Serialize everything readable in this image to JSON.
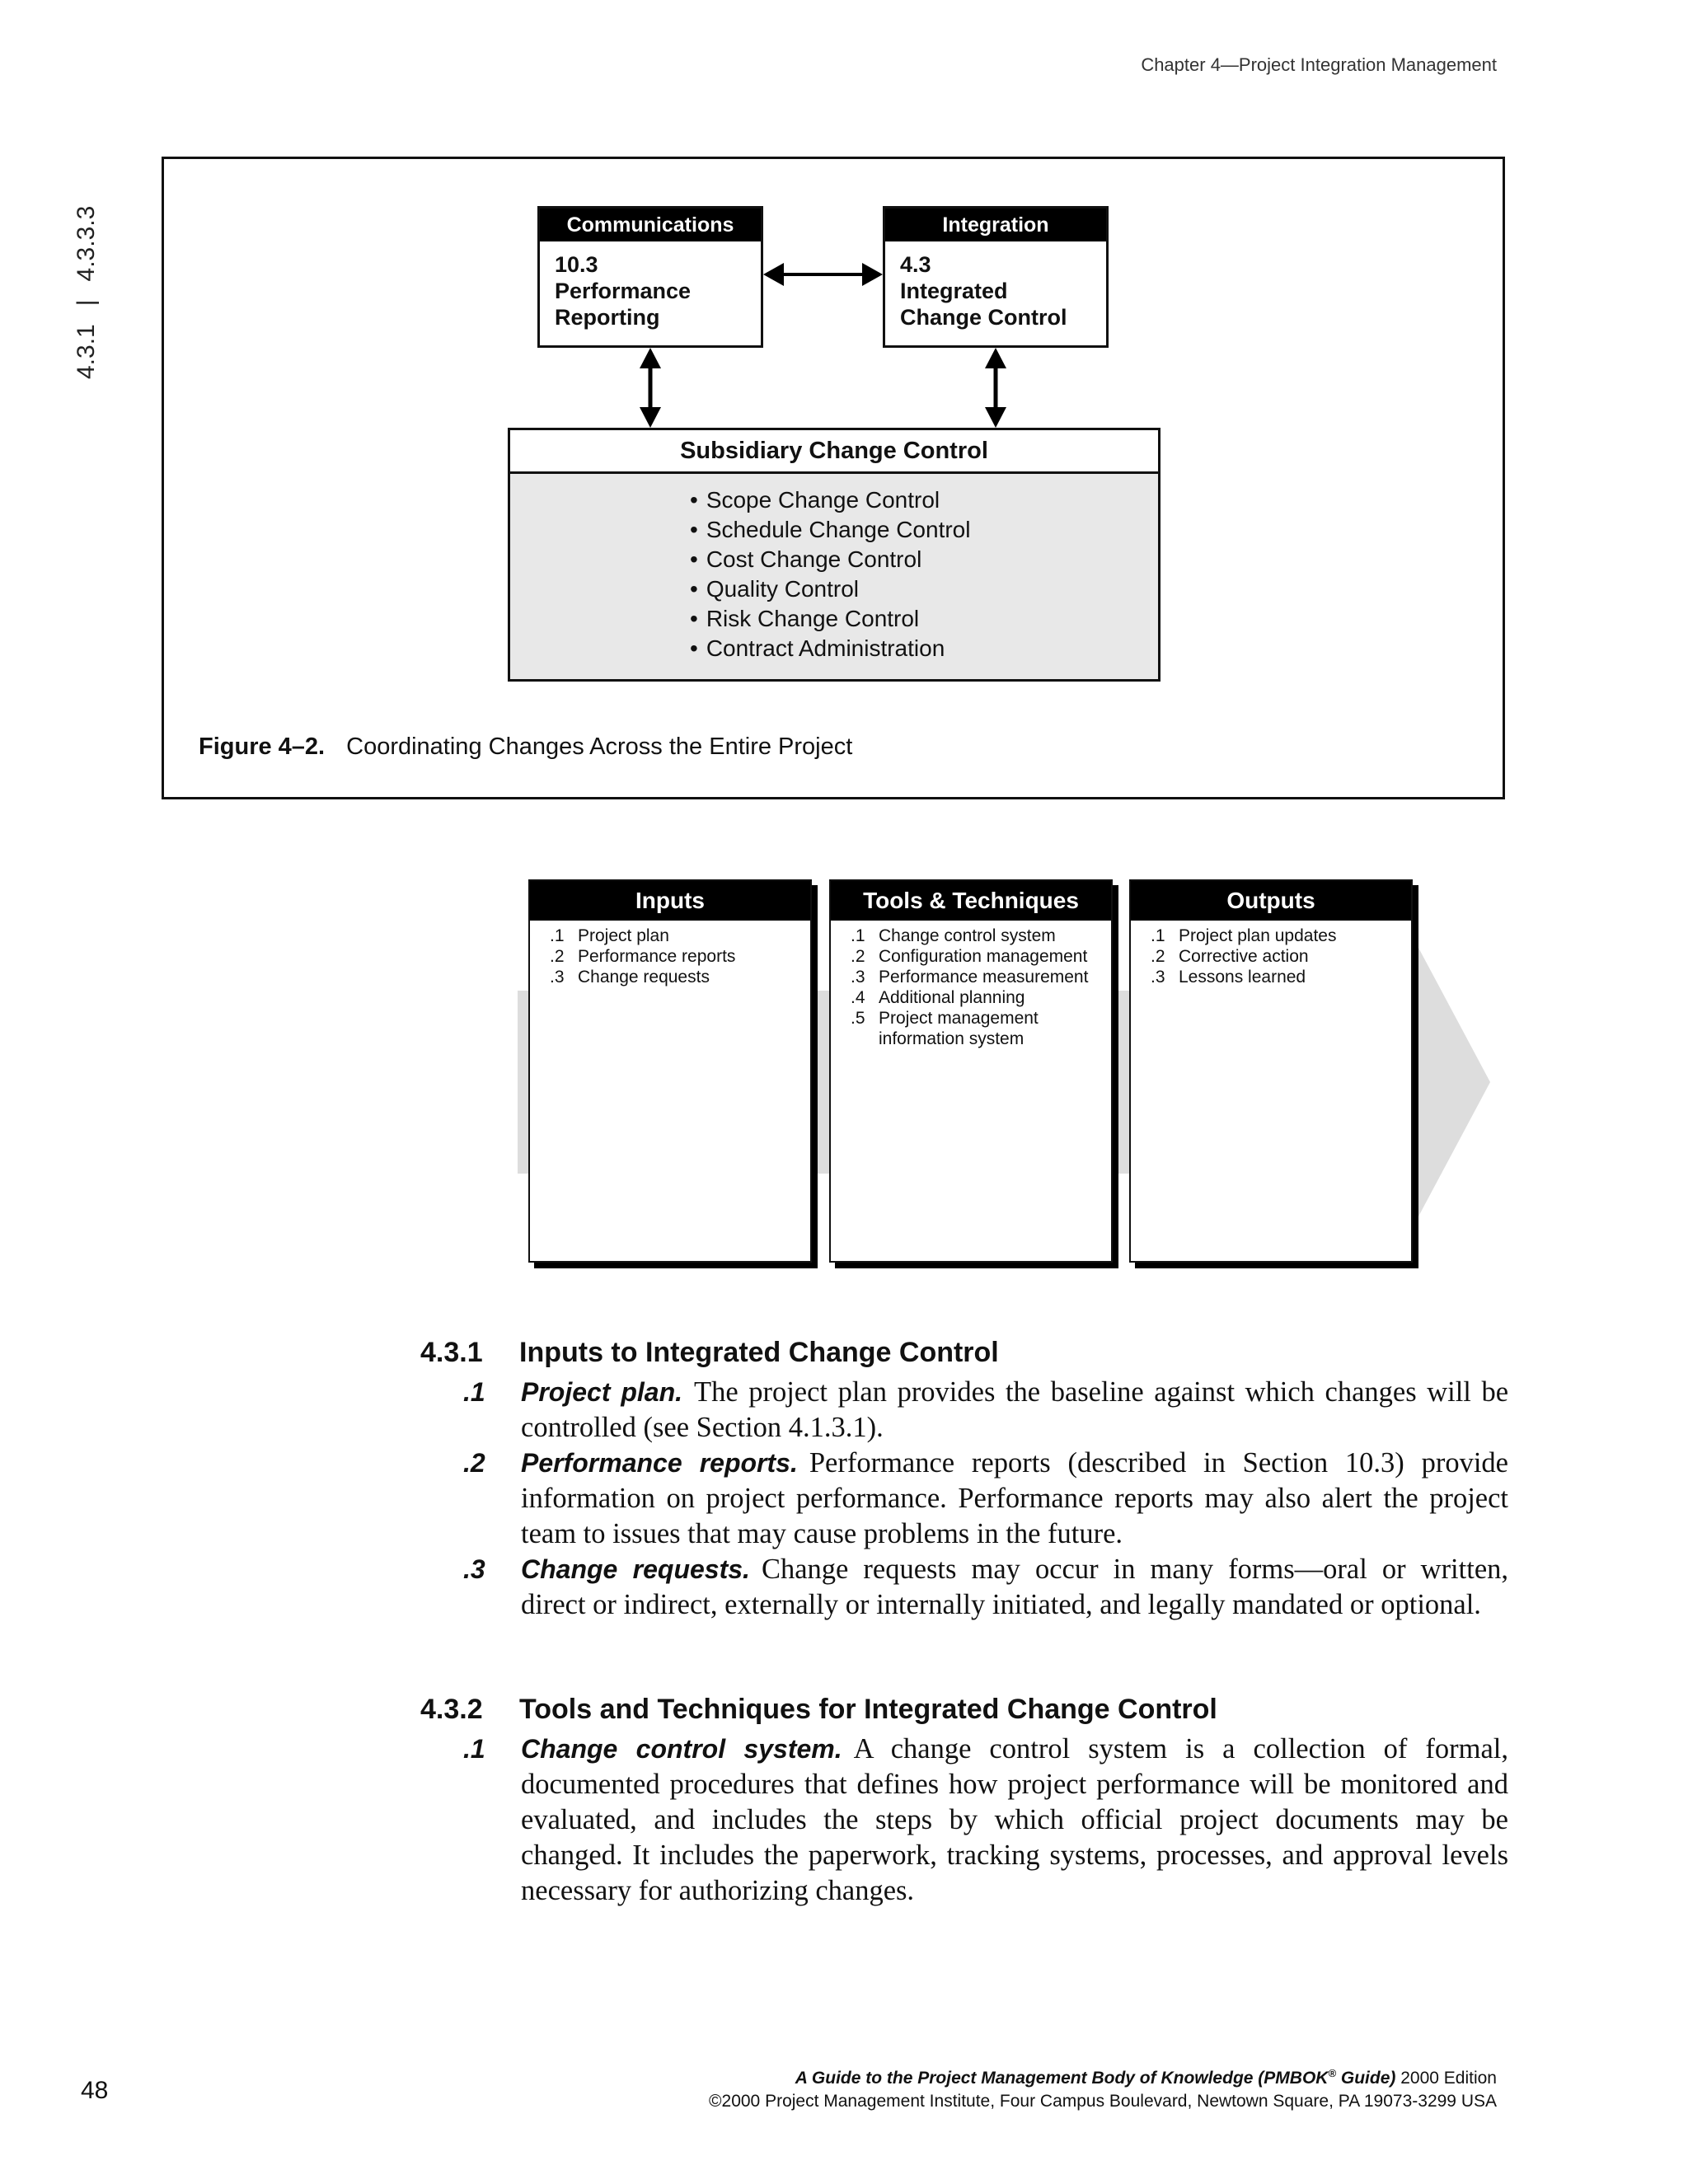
{
  "header": {
    "chapter": "Chapter 4—Project Integration Management"
  },
  "side_tab": {
    "start": "4.3.1",
    "separator": "|",
    "end": "4.3.3.3"
  },
  "figure": {
    "communications": {
      "header": "Communications",
      "lines": [
        "10.3",
        "Performance",
        "Reporting"
      ]
    },
    "integration": {
      "header": "Integration",
      "lines": [
        "4.3",
        "Integrated",
        "Change  Control"
      ]
    },
    "subsidiary": {
      "title": "Subsidiary  Change  Control",
      "items": [
        "Scope Change Control",
        "Schedule Change Control",
        "Cost Change Control",
        "Quality Control",
        "Risk Change Control",
        "Contract Administration"
      ]
    },
    "caption_label": "Figure 4–2.",
    "caption_text": "Coordinating Changes Across the Entire Project"
  },
  "itto": {
    "inputs": {
      "title": "Inputs",
      "items": [
        {
          "num": ".1",
          "text": "Project plan"
        },
        {
          "num": ".2",
          "text": "Performance reports"
        },
        {
          "num": ".3",
          "text": "Change requests"
        }
      ]
    },
    "tools": {
      "title": "Tools & Techniques",
      "items": [
        {
          "num": ".1",
          "text": "Change control system"
        },
        {
          "num": ".2",
          "text": "Configuration management"
        },
        {
          "num": ".3",
          "text": "Performance measurement"
        },
        {
          "num": ".4",
          "text": "Additional planning"
        },
        {
          "num": ".5",
          "text": "Project management information system"
        }
      ]
    },
    "outputs": {
      "title": "Outputs",
      "items": [
        {
          "num": ".1",
          "text": "Project plan updates"
        },
        {
          "num": ".2",
          "text": "Corrective action"
        },
        {
          "num": ".3",
          "text": "Lessons learned"
        }
      ]
    }
  },
  "section_431": {
    "number": "4.3.1",
    "title": "Inputs to Integrated Change Control",
    "items": [
      {
        "num": ".1",
        "lead": "Project plan.",
        "text": "The project plan provides the baseline against which changes will be controlled (see Section 4.1.3.1)."
      },
      {
        "num": ".2",
        "lead": "Performance reports.",
        "text": "Performance reports (described in Section 10.3) provide information on project performance. Performance reports may also alert the project team to issues that may cause problems in the future."
      },
      {
        "num": ".3",
        "lead": "Change requests.",
        "text": "Change requests may occur in many forms—oral or written, direct or indirect, externally or internally initiated, and legally mandated or optional."
      }
    ]
  },
  "section_432": {
    "number": "4.3.2",
    "title": "Tools and Techniques for Integrated Change Control",
    "items": [
      {
        "num": ".1",
        "lead": "Change control system.",
        "text": "A change control system is a collection of formal, documented procedures that defines how project performance will be monitored and evaluated, and includes the steps by which official project documents may be changed. It includes the paperwork, tracking systems, processes, and approval levels necessary for authorizing changes."
      }
    ]
  },
  "footer": {
    "page_number": "48",
    "book_title": "A Guide to the Project Management Body of Knowledge (PMBOK",
    "registered": "®",
    "book_title_end": " Guide)",
    "edition": " 2000 Edition",
    "copyright": "©2000 Project Management Institute, Four Campus Boulevard, Newtown Square, PA 19073-3299 USA"
  },
  "colors": {
    "ink": "#111111",
    "panel_gray": "#e8e8e8",
    "arrow_gray": "#dddddd",
    "header_black": "#000000"
  }
}
